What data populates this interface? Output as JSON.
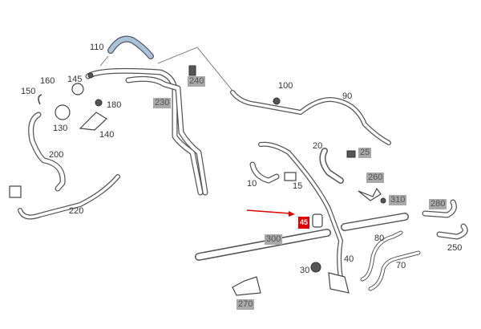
{
  "diagram": {
    "highlight_color": "#a9a9a9",
    "selected_color": "#e00000",
    "arrow_color": "#e00000",
    "selected_part": "45",
    "labels": [
      {
        "id": "110",
        "highlighted": false
      },
      {
        "id": "145",
        "highlighted": false
      },
      {
        "id": "160",
        "highlighted": false
      },
      {
        "id": "150",
        "highlighted": false
      },
      {
        "id": "180",
        "highlighted": false
      },
      {
        "id": "130",
        "highlighted": false
      },
      {
        "id": "140",
        "highlighted": false
      },
      {
        "id": "200",
        "highlighted": false
      },
      {
        "id": "220",
        "highlighted": false
      },
      {
        "id": "240",
        "highlighted": true
      },
      {
        "id": "230",
        "highlighted": true
      },
      {
        "id": "100",
        "highlighted": false
      },
      {
        "id": "90",
        "highlighted": false
      },
      {
        "id": "20",
        "highlighted": false
      },
      {
        "id": "25",
        "highlighted": true
      },
      {
        "id": "10",
        "highlighted": false
      },
      {
        "id": "15",
        "highlighted": false
      },
      {
        "id": "260",
        "highlighted": true
      },
      {
        "id": "310",
        "highlighted": true
      },
      {
        "id": "280",
        "highlighted": true
      },
      {
        "id": "45",
        "highlighted": false,
        "selected": true
      },
      {
        "id": "300",
        "highlighted": true
      },
      {
        "id": "80",
        "highlighted": false
      },
      {
        "id": "250",
        "highlighted": false
      },
      {
        "id": "70",
        "highlighted": false
      },
      {
        "id": "40",
        "highlighted": false
      },
      {
        "id": "30",
        "highlighted": false
      },
      {
        "id": "270",
        "highlighted": true
      }
    ]
  }
}
